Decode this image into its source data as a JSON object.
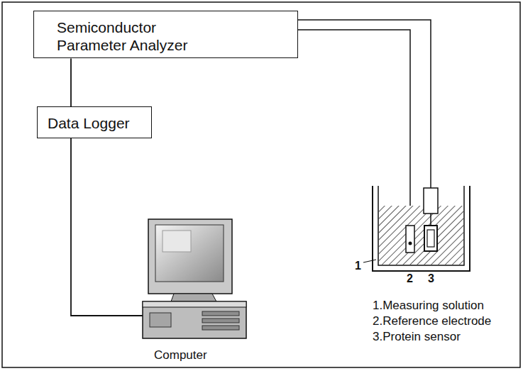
{
  "diagram": {
    "nodes": [
      {
        "text": [
          "Semiconductor Parameter Analyzer"
        ]
      },
      {
        "text": [
          "Data Logger"
        ]
      },
      {
        "text": [
          "Computer"
        ]
      }
    ],
    "edges": [
      {
        "from": 0,
        "to": 1,
        "arrow": "none"
      },
      {
        "from": 1,
        "to": 2,
        "arrow": "none"
      }
    ],
    "labels": [
      "1",
      "2",
      "3",
      "1.Measuring solution",
      "2.Reference electrode",
      "3.Protein sensor"
    ]
  }
}
